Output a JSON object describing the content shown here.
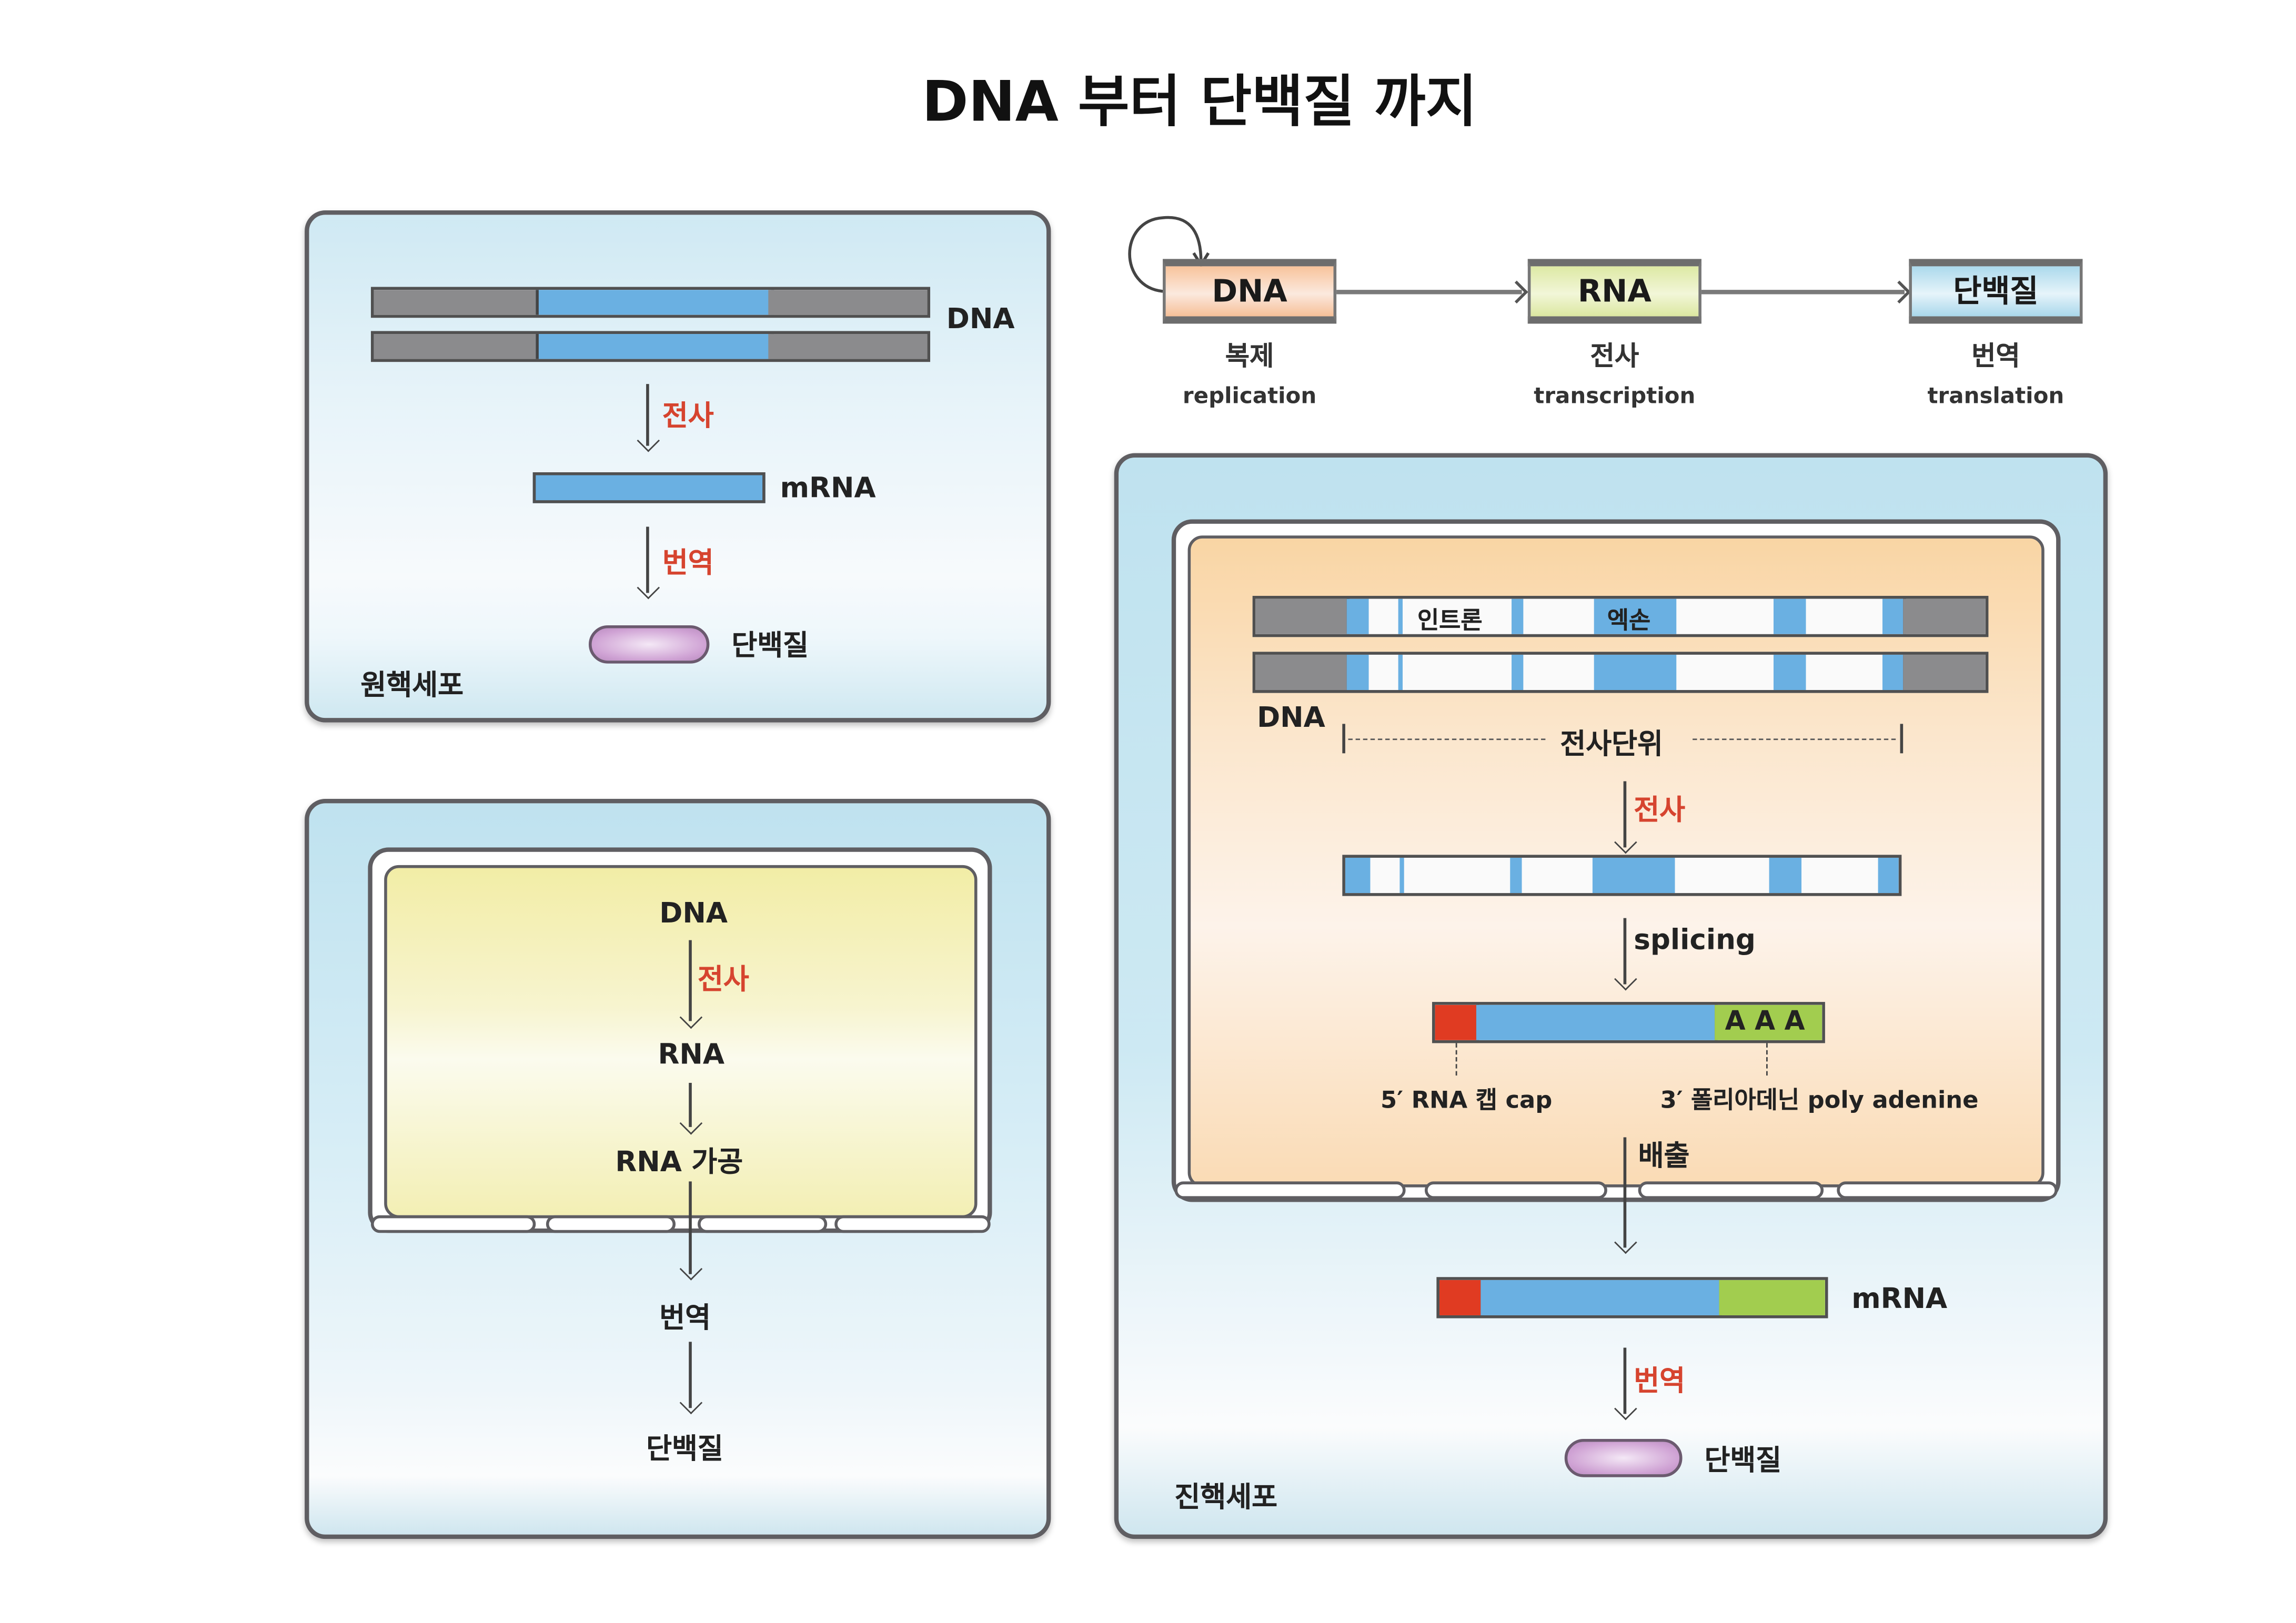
{
  "title": "DNA 부터 단백질 까지",
  "colors": {
    "gene_blue": "#6ab0e2",
    "flank_gray": "#8b8b8d",
    "cap_red": "#e03b22",
    "polyA_green": "#a2cd4f",
    "process_red": "#d6442f",
    "protein_purple": "#cfa2d4",
    "nucleus_yellow": "#f3f0b8",
    "nucleus_orange": "#fbe0b8",
    "dna_box": "#f9c9a2",
    "rna_box": "#e3eeb0",
    "protein_box": "#bfe3f1"
  },
  "prokaryote_panel": {
    "dna_label": "DNA",
    "transcription_label": "전사",
    "mrna_label": "mRNA",
    "translation_label": "번역",
    "protein_label": "단백질",
    "cell_label": "원핵세포"
  },
  "simplified_eukaryote_panel": {
    "steps": [
      "DNA",
      "RNA",
      "RNA 가공",
      "번역",
      "단백질"
    ],
    "transcription_label": "전사"
  },
  "central_dogma": {
    "nodes": [
      {
        "label": "DNA",
        "korean": "복제",
        "english": "replication"
      },
      {
        "label": "RNA",
        "korean": "전사",
        "english": "transcription"
      },
      {
        "label": "단백질",
        "korean": "번역",
        "english": "translation"
      }
    ]
  },
  "eukaryote_panel": {
    "intron_label": "인트론",
    "exon_label": "엑손",
    "dna_label": "DNA",
    "transcription_unit_label": "전사단위",
    "transcription_label": "전사",
    "splicing_label": "splicing",
    "polyA_letters": "A A A",
    "cap_label": "5′ RNA 캡 cap",
    "polyA_label": "3′ 폴리아데닌 poly adenine",
    "export_label": "배출",
    "mrna_label": "mRNA",
    "translation_label": "번역",
    "protein_label": "단백질",
    "cell_label": "진핵세포"
  }
}
